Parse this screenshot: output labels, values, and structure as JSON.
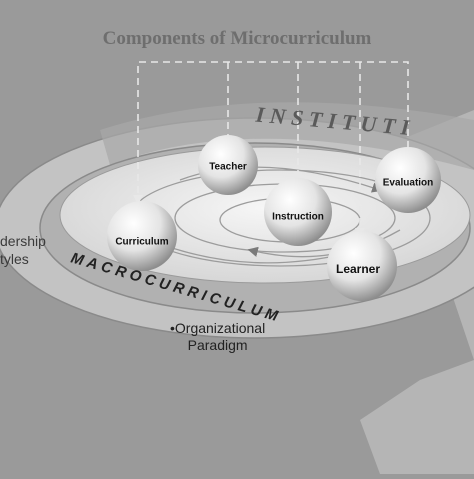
{
  "title": "Components of Microcurriculum",
  "ring_labels": {
    "institution": "I N S T I T U T I",
    "macrocurriculum": "MACROCURRICULUM"
  },
  "nodes": {
    "teacher": "Teacher",
    "evaluation": "Evaluation",
    "instruction": "Instruction",
    "curriculum": "Curriculum",
    "learner": "Learner"
  },
  "side_labels": {
    "leadership_line1": "dership",
    "leadership_line2": "tyles",
    "organizational": "•Organizational",
    "paradigm": "Paradigm"
  }
}
